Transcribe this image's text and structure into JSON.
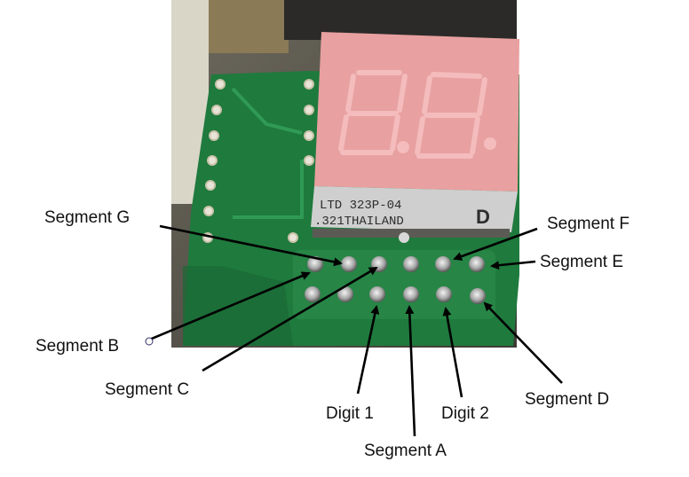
{
  "photo": {
    "chip_marking_line1": "LTD 323P-04",
    "chip_marking_line2": ".321THAILAND",
    "chip_marking_letter": "D",
    "colors": {
      "pcb": "#1f7a3d",
      "display": "#e8a0a0",
      "display_body": "#cfcfcf"
    }
  },
  "labels": {
    "segment_g": "Segment G",
    "segment_f": "Segment F",
    "segment_e": "Segment E",
    "segment_b": "Segment B",
    "segment_c": "Segment C",
    "segment_d": "Segment D",
    "digit_1": "Digit 1",
    "digit_2": "Digit 2",
    "segment_a": "Segment A"
  }
}
